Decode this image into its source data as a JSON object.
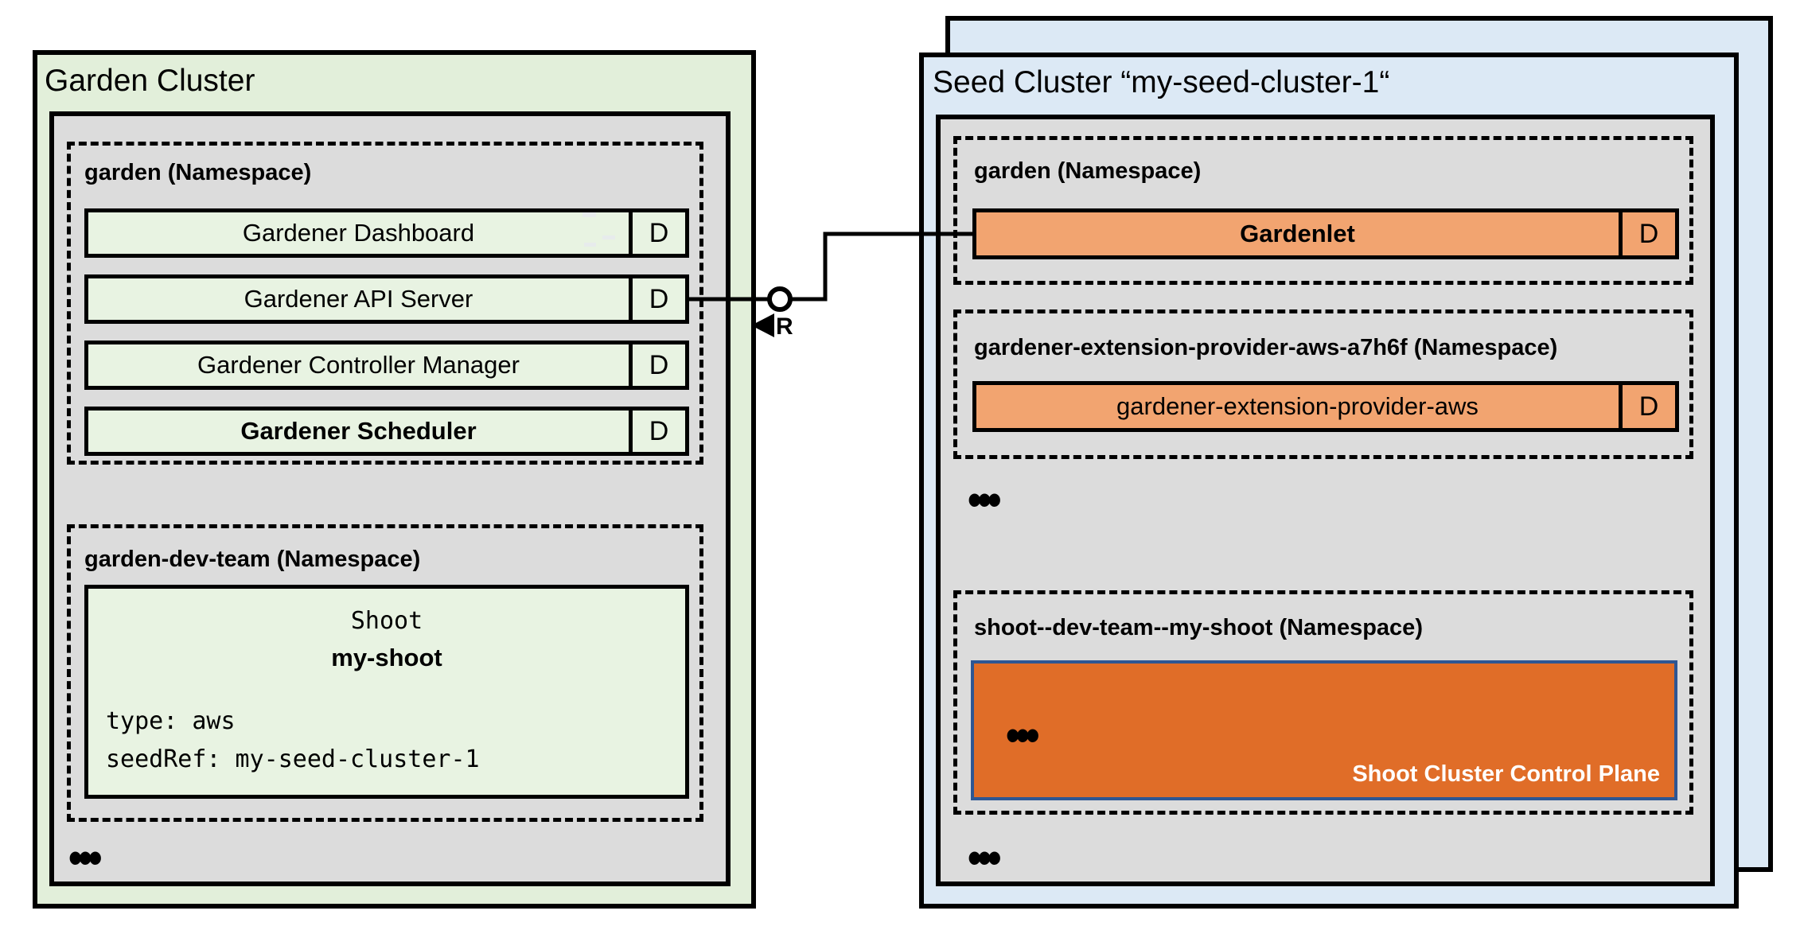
{
  "colors": {
    "green_bg": "#e2efda",
    "green_row": "#e8f3e2",
    "gray_bg": "#dcdcdc",
    "blue_bg": "#dce9f5",
    "orange_bar": "#f2a470",
    "orange_deep": "#e06d28",
    "control_border": "#2e5693"
  },
  "garden_cluster": {
    "title": "Garden Cluster",
    "garden_namespace": {
      "label": "garden (Namespace)",
      "rows": [
        {
          "label": "Gardener Dashboard",
          "badge": "D"
        },
        {
          "label": "Gardener API Server",
          "badge": "D"
        },
        {
          "label": "Gardener Controller Manager",
          "badge": "D"
        },
        {
          "label": "Gardener Scheduler",
          "badge": "D"
        }
      ]
    },
    "dev_namespace": {
      "label": "garden-dev-team (Namespace)",
      "shoot": {
        "kind": "Shoot",
        "name": "my-shoot",
        "spec": [
          "type: aws",
          "seedRef: my-seed-cluster-1"
        ]
      }
    },
    "ellipsis": "•••"
  },
  "connector": {
    "relation_label": "R"
  },
  "seed_cluster": {
    "title": "Seed Cluster “my-seed-cluster-1“",
    "garden_namespace": {
      "label": "garden (Namespace)",
      "component": {
        "label": "Gardenlet",
        "badge": "D"
      }
    },
    "extension_namespace": {
      "label": "gardener-extension-provider-aws-a7h6f (Namespace)",
      "component": {
        "label": "gardener-extension-provider-aws",
        "badge": "D"
      }
    },
    "ellipsis_middle": "•••",
    "shoot_namespace": {
      "label": "shoot--dev-team--my-shoot (Namespace)",
      "control_plane": {
        "ellipsis": "•••",
        "label": "Shoot Cluster Control Plane"
      }
    },
    "ellipsis_bottom": "•••"
  }
}
